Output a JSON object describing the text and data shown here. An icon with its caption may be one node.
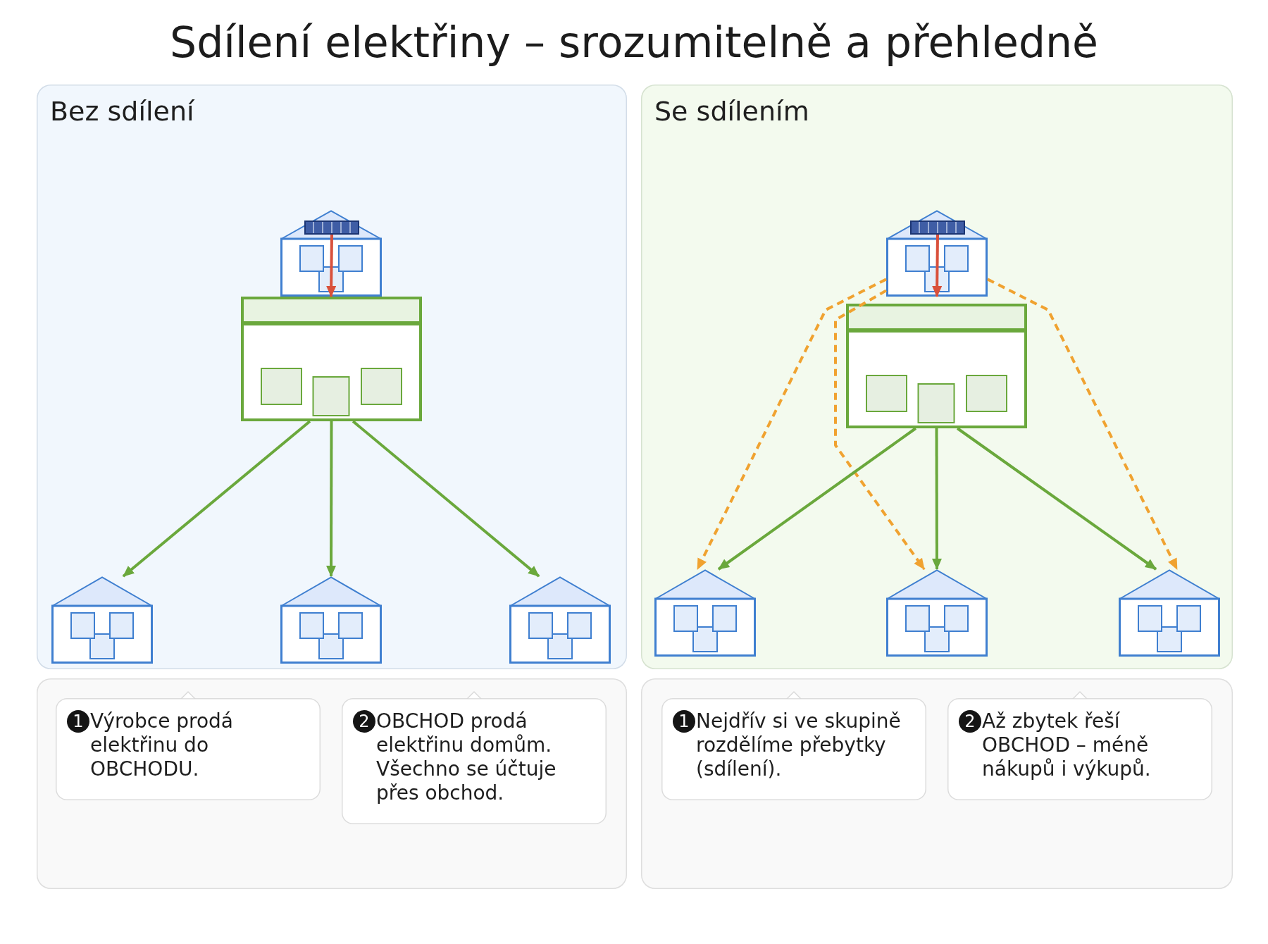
{
  "diagram": {
    "title": "Sdílení elektřiny – srozumitelně a přehledně",
    "nodes": [
      {
        "text": [
          "Bez sdílení"
        ]
      },
      {
        "text": [],
        "shape": "picture",
        "in": 0
      },
      {
        "text": [],
        "shape": "picture",
        "in": 0
      },
      {
        "text": [],
        "shape": "picture",
        "in": 0
      },
      {
        "text": [],
        "shape": "picture",
        "in": 0
      },
      {
        "text": [],
        "shape": "picture",
        "in": 0
      },
      {
        "text": [],
        "shape": "picture",
        "in": 0
      },
      {
        "text": [
          "Se sdílením"
        ]
      },
      {
        "text": [],
        "shape": "picture",
        "in": 7
      },
      {
        "text": [],
        "shape": "picture",
        "in": 7
      },
      {
        "text": [],
        "shape": "picture",
        "in": 7
      },
      {
        "text": [],
        "shape": "picture",
        "in": 7
      },
      {
        "text": [],
        "shape": "picture",
        "in": 7
      },
      {
        "text": [],
        "shape": "picture",
        "in": 7
      },
      {
        "text": [],
        "shape": "box"
      },
      {
        "text": [
          "1",
          "Výrobce prodá elektřinu do OBCHODU."
        ],
        "in": 14
      },
      {
        "text": [
          "2",
          "OBCHOD prodá elektřinu domům. Všechno se účtuje přes obchod."
        ],
        "in": 14
      },
      {
        "text": [],
        "shape": "box"
      },
      {
        "text": [
          "1",
          "Nejdřív si ve skupině rozdělíme přebytky (sdílení)."
        ],
        "in": 17
      },
      {
        "text": [
          "2",
          "Až zbytek řeší OBCHOD – méně nákupů i výkupů."
        ],
        "in": 17
      }
    ],
    "edges": [
      {
        "from": 2,
        "to": 1,
        "arrow": "to",
        "color": "#d9503b"
      },
      {
        "from": 3,
        "to": 4,
        "arrow": "to"
      },
      {
        "from": 3,
        "to": 5,
        "arrow": "to"
      },
      {
        "from": 3,
        "to": 6,
        "arrow": "to"
      },
      {
        "from": 9,
        "to": 8,
        "arrow": "to",
        "color": "#d9503b"
      },
      {
        "from": 10,
        "to": 11,
        "arrow": "to"
      },
      {
        "from": 10,
        "to": 12,
        "arrow": "to"
      },
      {
        "from": 10,
        "to": 13,
        "arrow": "to"
      },
      {
        "from": 8,
        "to": 11,
        "arrow": "to",
        "style": "dashed",
        "color": "#f0a230"
      },
      {
        "from": 8,
        "to": 12,
        "arrow": "to",
        "style": "dashed",
        "color": "#f0a230"
      },
      {
        "from": 8,
        "to": 13,
        "arrow": "to",
        "style": "dashed",
        "color": "#f0a230"
      }
    ]
  }
}
